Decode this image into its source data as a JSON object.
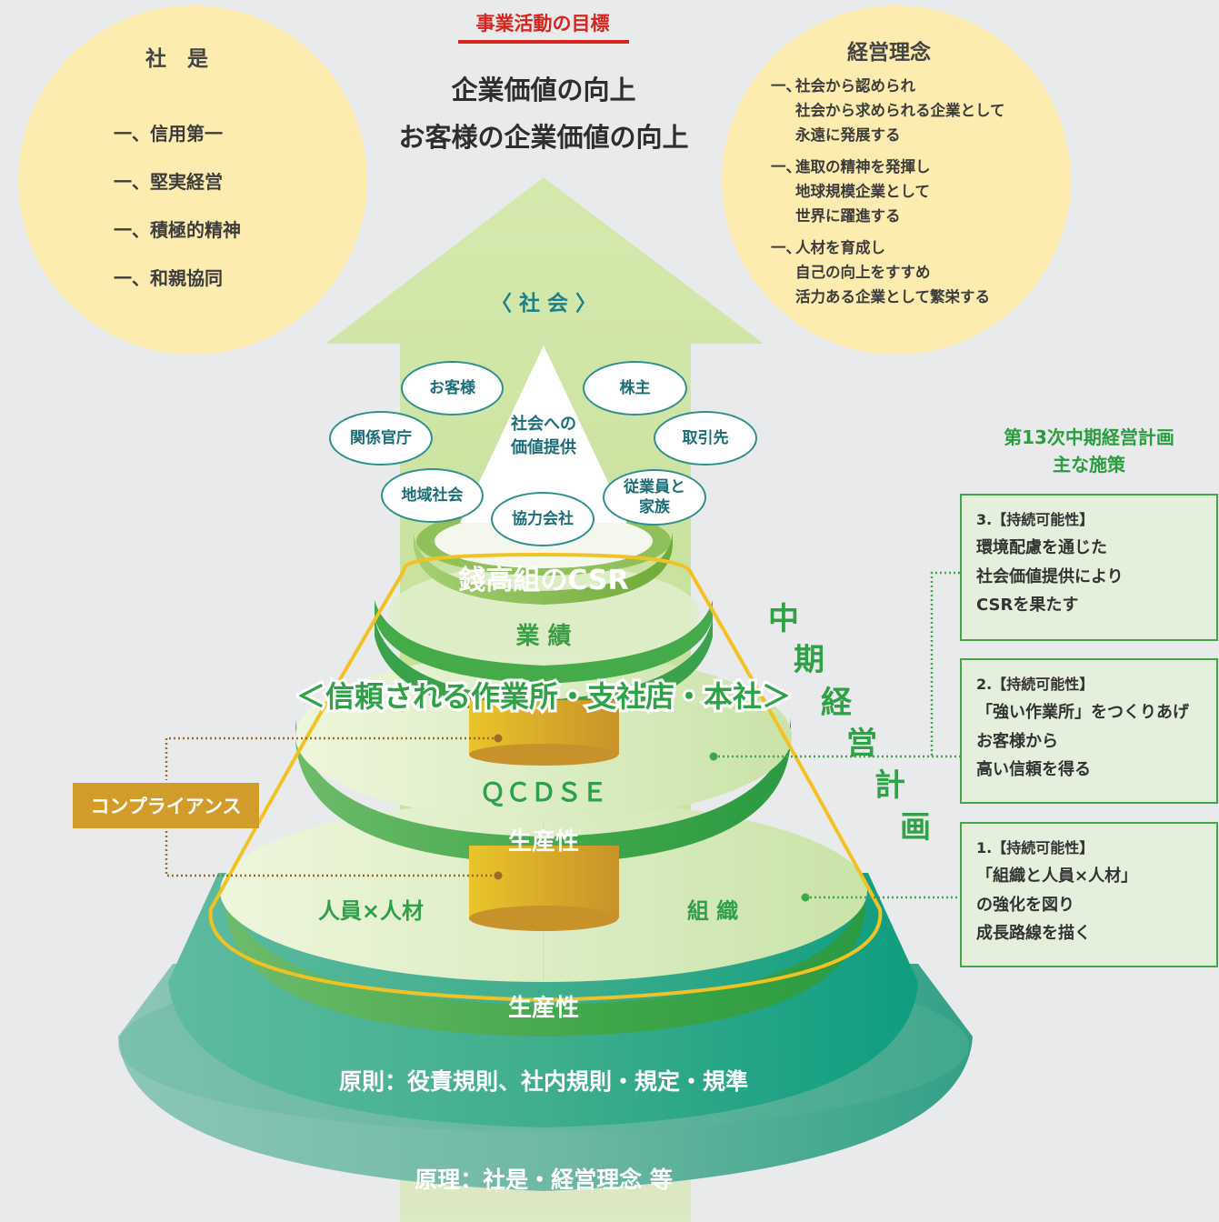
{
  "motto": {
    "title": "社　是",
    "items": [
      "一、信用第一",
      "一、堅実経営",
      "一、積極的精神",
      "一、和親協同"
    ]
  },
  "philosophy": {
    "title": "経営理念",
    "dash": "一、",
    "items": [
      [
        "社会から認められ",
        "社会から求められる企業として",
        "永遠に発展する"
      ],
      [
        "進取の精神を発揮し",
        "地球規模企業として",
        "世界に躍進する"
      ],
      [
        "人材を育成し",
        "自己の向上をすすめ",
        "活力ある企業として繁栄する"
      ]
    ]
  },
  "goal": {
    "title": "事業活動の目標",
    "line1": "企業価値の向上",
    "line2": "お客様の企業価値の向上"
  },
  "society_label": "〈 社 会 〉",
  "apex": {
    "line1": "社会への",
    "line2": "価値提供"
  },
  "stakeholders": {
    "customers": "お客様",
    "shareholders": "株主",
    "government": [
      "関係官庁"
    ],
    "suppliers": "取引先",
    "community": "地域社会",
    "partners": "協力会社",
    "employees": [
      "従業員と",
      "家族"
    ]
  },
  "pyramid": {
    "csr": "錢高組のCSR",
    "performance": "業 績",
    "trusted": "＜信頼される作業所・支社店・本社＞",
    "qcdse": "ＱＣＤＳＥ",
    "productivity_upper": "生産性",
    "people": "人員×人材",
    "organization": "組 織",
    "productivity_lower": "生産性",
    "principles": "原則：役責規則、社内規則・規定・規準",
    "philosophy_base": "原理：社是・経営理念 等"
  },
  "compliance": "コンプライアンス",
  "mid_term_vertical": [
    "中",
    "期",
    "経",
    "営",
    "計",
    "画"
  ],
  "plan": {
    "heading_line1": "第13次中期経営計画",
    "heading_line2": "主な施策",
    "boxes": [
      {
        "head": "3.【持続可能性】",
        "lines": [
          "環境配慮を通じた",
          "社会価値提供により",
          "CSRを果たす"
        ]
      },
      {
        "head": "2.【持続可能性】",
        "lines": [
          "「強い作業所」をつくりあげ",
          "お客様から",
          "高い信頼を得る"
        ]
      },
      {
        "head": "1.【持続可能性】",
        "lines": [
          "「組織と人員×人材」",
          "の強化を図り",
          "成長路線を描く"
        ]
      }
    ]
  },
  "colors": {
    "arrow": "#cfe3a8",
    "base_teal": "#3aa88e",
    "layer_green": "#47a94f",
    "csr_green": "#79b345",
    "gold_outline": "#f2c225",
    "compliance": "#d29c2a",
    "goal_red": "#d7241d",
    "circle_fill": "#fcecb0"
  }
}
